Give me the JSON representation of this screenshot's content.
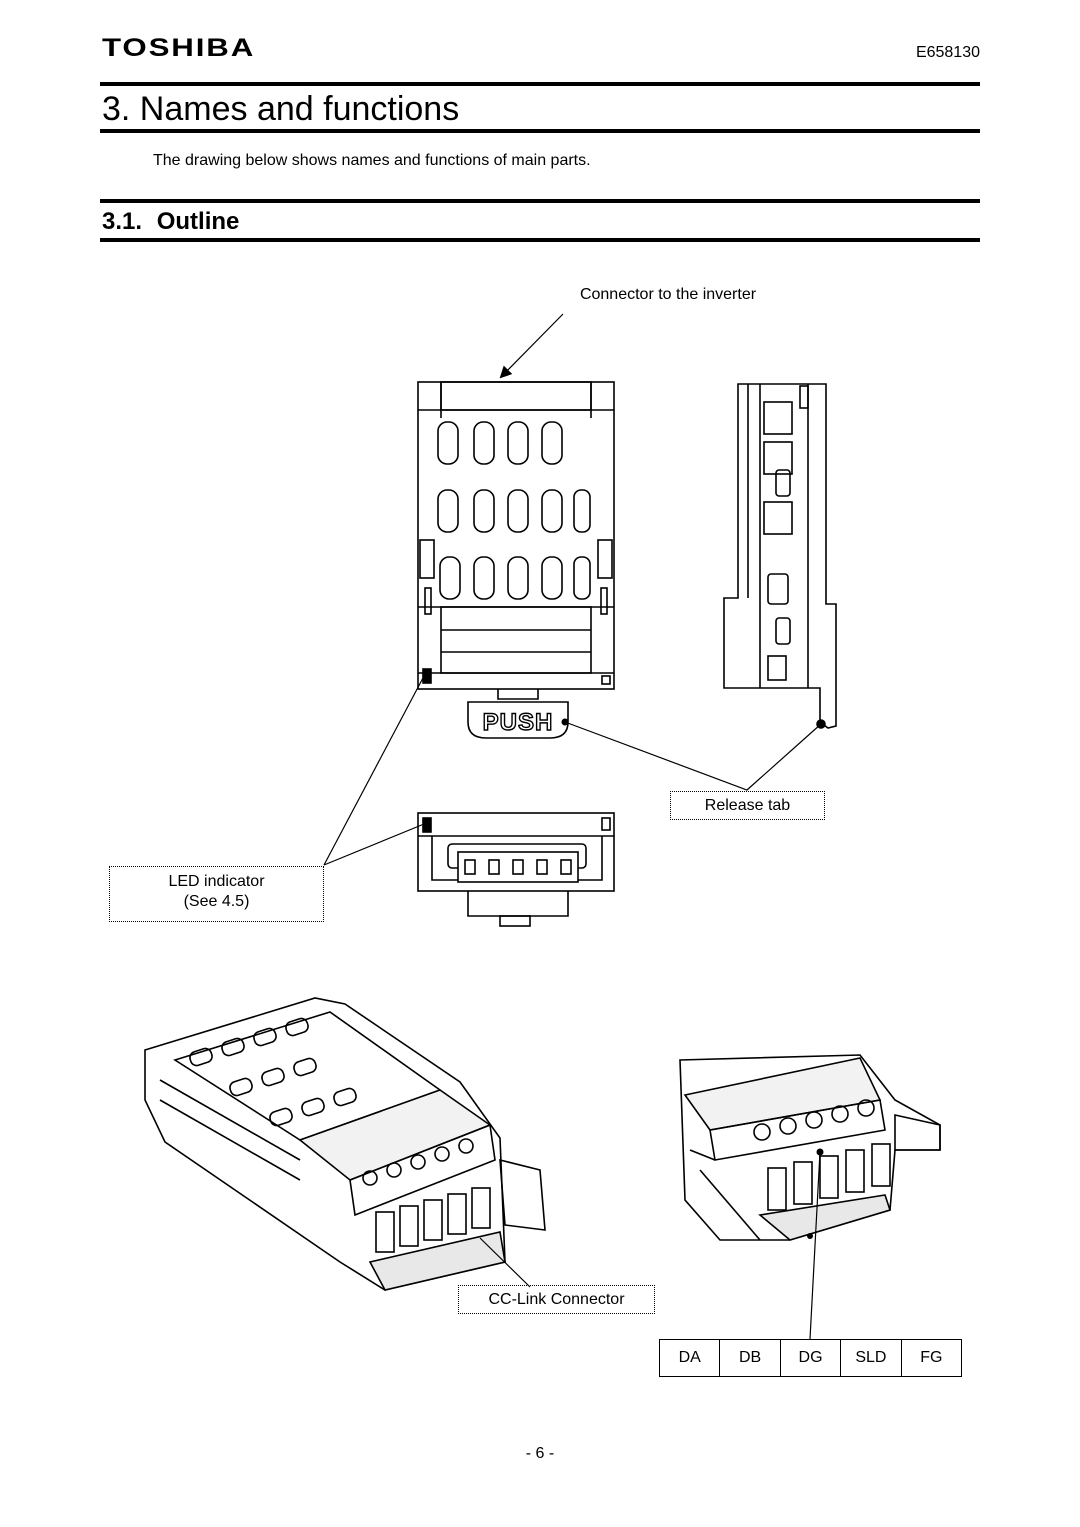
{
  "header": {
    "logo": "TOSHIBA",
    "doc_number": "E658130"
  },
  "section": {
    "title": "3. Names and functions",
    "intro": "The drawing below shows names and functions of main parts."
  },
  "subsection": {
    "title": "3.1.  Outline"
  },
  "labels": {
    "connector_to_inverter": "Connector to the inverter",
    "release_tab": "Release tab",
    "led_indicator": "LED indicator",
    "led_see": "(See 4.5)",
    "push_mark": "PUSH",
    "cc_link_connector": "CC-Link Connector"
  },
  "pin_assignment": [
    "DA",
    "DB",
    "DG",
    "SLD",
    "FG"
  ],
  "footer": {
    "page_number": "- 6 -"
  }
}
